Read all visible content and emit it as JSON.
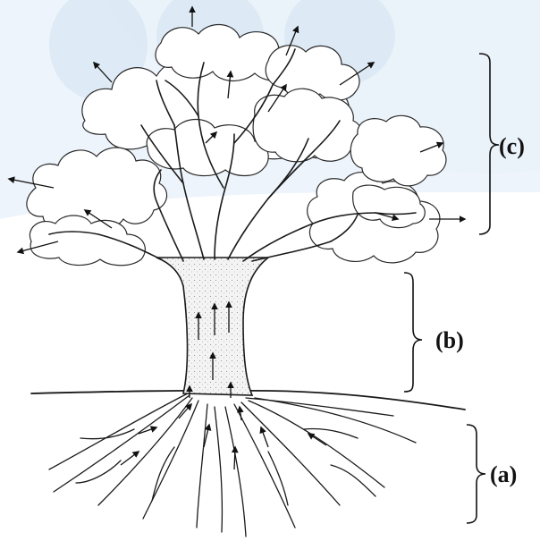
{
  "figure": {
    "labels": {
      "roots": "(a)",
      "trunk": "(b)",
      "crown": "(c)"
    }
  },
  "colors": {
    "watermark": "#e3eef8",
    "ink": "#1a1a1a",
    "trunk_fill": "#efefef"
  },
  "icons": {
    "arrows": "arrow-icon"
  }
}
